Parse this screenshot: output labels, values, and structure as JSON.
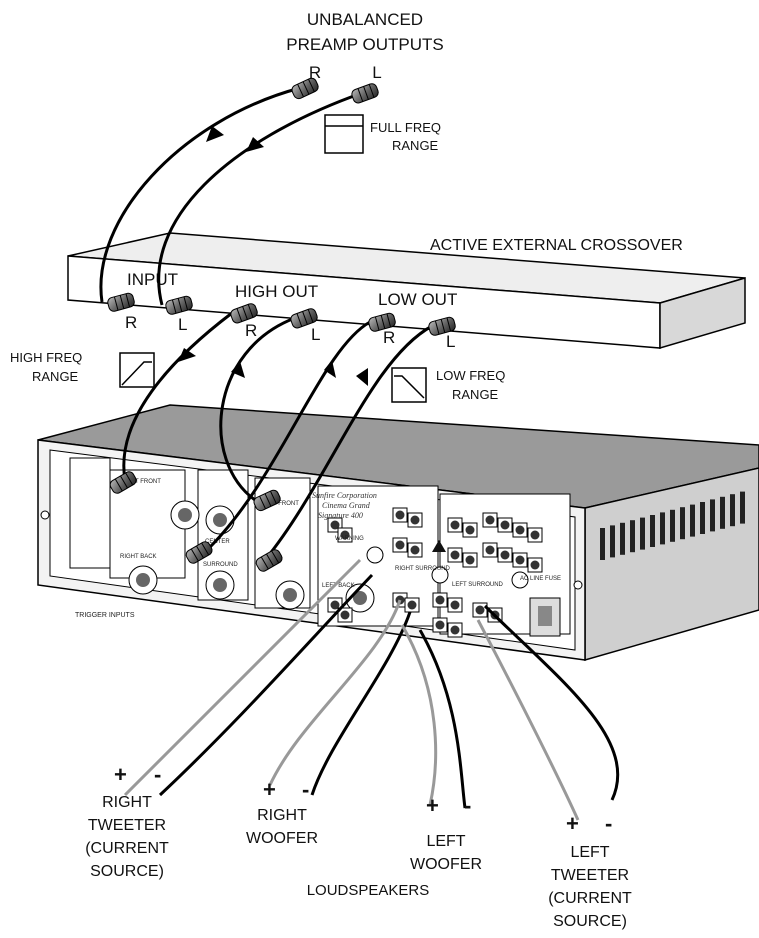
{
  "preamp": {
    "title_line1": "UNBALANCED",
    "title_line2": "PREAMP OUTPUTS",
    "right": "R",
    "left": "L"
  },
  "filters": {
    "full": [
      "FULL FREQ",
      "RANGE"
    ],
    "high": [
      "HIGH FREQ",
      "RANGE"
    ],
    "low": [
      "LOW FREQ",
      "RANGE"
    ]
  },
  "crossover": {
    "title": "ACTIVE EXTERNAL CROSSOVER",
    "input": "INPUT",
    "high_out": "HIGH OUT",
    "low_out": "LOW OUT",
    "r": "R",
    "l": "L"
  },
  "amp": {
    "panel_labels": [
      "RIGHT FRONT",
      "CENTER",
      "LEFT FRONT",
      "RIGHT BACK",
      "SURROUND",
      "LEFT BACK",
      "RIGHT SURROUND",
      "LEFT SURROUND",
      "TRIGGER INPUTS",
      "WARNING",
      "AC LINE FUSE"
    ],
    "brand_lines": [
      "Sunfire Corporation",
      "Cinema Grand",
      "Signature 400"
    ]
  },
  "speakers": {
    "right_tweeter": [
      "RIGHT",
      "TWEETER",
      "(CURRENT",
      "SOURCE)"
    ],
    "right_woofer": [
      "RIGHT",
      "WOOFER"
    ],
    "left_woofer": [
      "LEFT",
      "WOOFER"
    ],
    "left_tweeter": [
      "LEFT",
      "TWEETER",
      "(CURRENT",
      "SOURCE)"
    ],
    "plus": "+",
    "minus": "-",
    "caption": "LOUDSPEAKERS"
  }
}
